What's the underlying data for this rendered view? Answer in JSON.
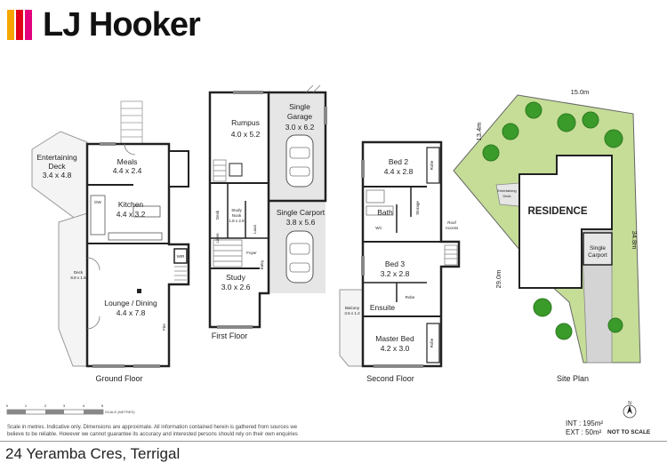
{
  "brand": {
    "name": "LJ Hooker",
    "colors": [
      "#f7a600",
      "#e2001a",
      "#e4007c"
    ]
  },
  "floors": {
    "ground": {
      "title": "Ground Floor",
      "meals": {
        "name": "Meals",
        "dims": "4.4 x 2.4"
      },
      "kitchen": {
        "name": "Kitchen",
        "dims": "4.4 x 3.2"
      },
      "lounge": {
        "name": "Lounge / Dining",
        "dims": "4.4 x 7.8"
      },
      "entertaining": {
        "name": "Entertaining",
        "name2": "Deck",
        "dims": "3.4 x 4.8"
      },
      "deck": {
        "name": "Deck",
        "dims": "8.8 x 1.6"
      },
      "dw": "DW",
      "wir": "WIR",
      "fire": "Fire"
    },
    "first": {
      "title": "First Floor",
      "rumpus": {
        "name": "Rumpus",
        "dims": "4.0 x 5.2"
      },
      "garage": {
        "name": "Single",
        "name2": "Garage",
        "dims": "3.0 x 6.2"
      },
      "carport": {
        "name": "Single Carport",
        "dims": "3.8 x 5.6"
      },
      "study": {
        "name": "Study",
        "dims": "3.0 x 2.6"
      },
      "nook": {
        "name": "Study",
        "name2": "Nook",
        "dims": "1.8 x 2.8"
      },
      "desk": "Desk",
      "linen": "Linen",
      "foyer": "Foyer",
      "entry": "Entry",
      "laun": "Laun"
    },
    "second": {
      "title": "Second Floor",
      "bed2": {
        "name": "Bed 2",
        "dims": "4.4 x 2.8"
      },
      "bath": "Bath",
      "wc": "WC",
      "bed3": {
        "name": "Bed 3",
        "dims": "3.2 x 2.8"
      },
      "ensuite": "Ensuite",
      "master": {
        "name": "Master Bed",
        "dims": "4.2 x 3.0"
      },
      "balcony": {
        "name": "Balcony",
        "dims": "3.6 x 1.2"
      },
      "roof": {
        "name": "Roof",
        "name2": "Access"
      },
      "robe": "Robe",
      "storage": "Storage"
    },
    "site": {
      "title": "Site Plan",
      "residence": "RESIDENCE",
      "carport": {
        "name": "Single",
        "name2": "Carport"
      },
      "deck": {
        "name": "Entertaining",
        "name2": "Deck"
      },
      "dim_top": "15.0m",
      "dim_left_top": "13.4m",
      "dim_left_bottom": "29.0m",
      "dim_right": "34.8m"
    }
  },
  "scale": {
    "ticks": [
      "0",
      "1",
      "2",
      "3",
      "4",
      "5"
    ],
    "label": "SCALE (METRES)"
  },
  "disclaimer": "Scale in metres. Indicative only. Dimensions are approximate. All information contained herein is gathered from sources we believe to be reliable. However we cannot guarantee its accuracy and interested persons should rely on their own enquiries",
  "areas": {
    "int": "INT : 195m²",
    "ext": "EXT : 50m²"
  },
  "not_to_scale": "NOT TO SCALE",
  "compass": "N",
  "address": "24 Yeramba Cres, Terrigal"
}
